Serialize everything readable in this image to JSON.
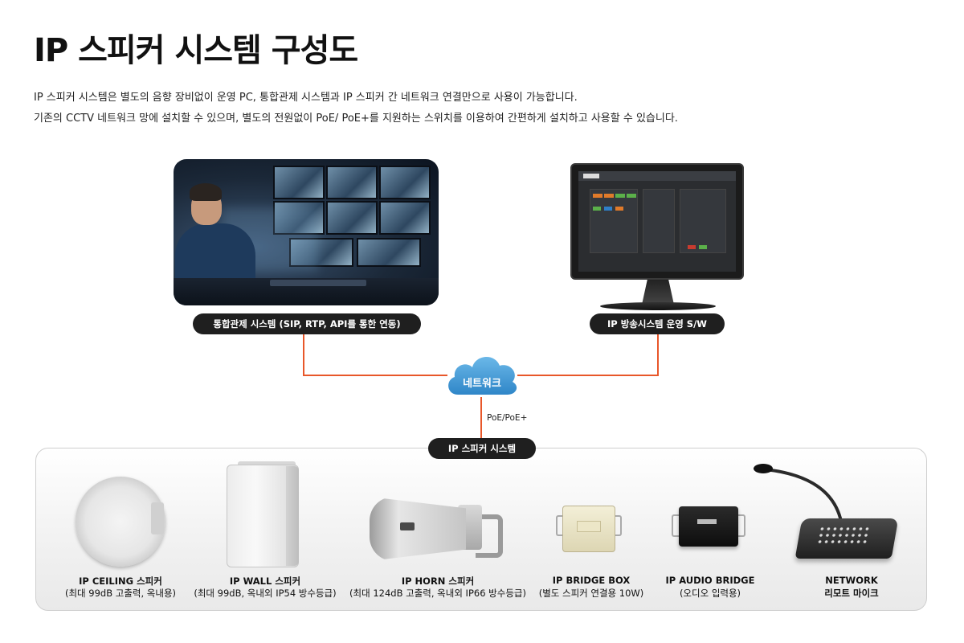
{
  "title": "IP 스피커 시스템 구성도",
  "description": [
    "IP 스피커 시스템은 별도의 음향 장비없이 운영 PC, 통합관제 시스템과 IP 스피커 간 네트워크 연결만으로 사용이 가능합니다.",
    "기존의 CCTV 네트워크 망에 설치할 수 있으며, 별도의 전원없이 PoE/ PoE+를 지원하는 스위치를 이용하여 간편하게 설치하고 사용할 수 있습니다."
  ],
  "nodes": {
    "control_system": "통합관제 시스템 (SIP, RTP, API를 통한 연동)",
    "broadcast_sw": "IP 방송시스템 운영 S/W",
    "network": "네트워크",
    "poe": "PoE/PoE+",
    "ip_speaker_system": "IP 스피커 시스템"
  },
  "devices": [
    {
      "name": "IP CEILING 스피커",
      "spec": "(최대 99dB 고출력, 옥내용)"
    },
    {
      "name": "IP WALL 스피커",
      "spec": "(최대 99dB, 옥내외 IP54 방수등급)"
    },
    {
      "name": "IP HORN 스피커",
      "spec": "(최대  124dB 고출력, 옥내외 IP66 방수등급)"
    },
    {
      "name": "IP BRIDGE BOX",
      "spec": "(별도 스피커 연결용 10W)"
    },
    {
      "name": "IP AUDIO BRIDGE",
      "spec": "(오디오 입력용)"
    },
    {
      "name": "NETWORK",
      "spec": "리모트 마이크"
    }
  ],
  "colors": {
    "wire": "#e8572a",
    "cloud": "#3d9ad6",
    "pill": "#1f1f1f"
  }
}
